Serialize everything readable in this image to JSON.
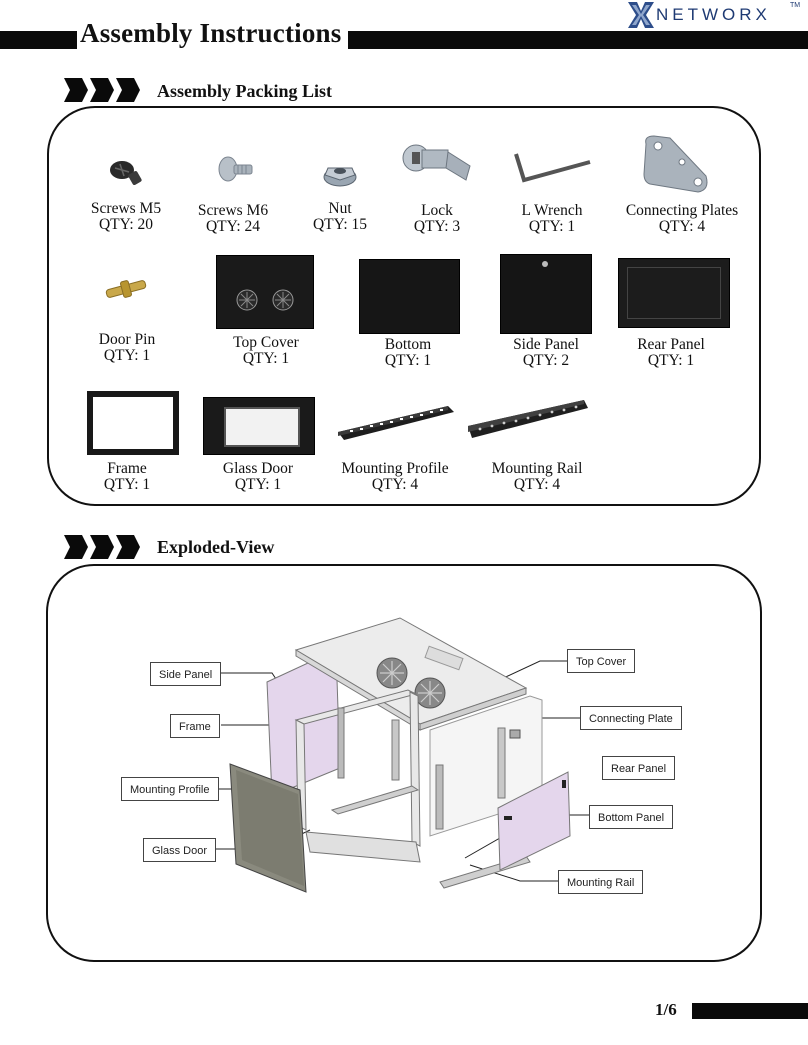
{
  "header": {
    "title": "Assembly Instructions",
    "logo_text": "NETWORX",
    "logo_tm": "TM"
  },
  "packing_list": {
    "title": "Assembly Packing List",
    "items": [
      {
        "name": "Screws M5",
        "qty": "QTY: 20"
      },
      {
        "name": "Screws M6",
        "qty": "QTY: 24"
      },
      {
        "name": "Nut",
        "qty": "QTY: 15"
      },
      {
        "name": "Lock",
        "qty": "QTY: 3"
      },
      {
        "name": "L Wrench",
        "qty": "QTY: 1"
      },
      {
        "name": "Connecting Plates",
        "qty": "QTY: 4"
      },
      {
        "name": "Door Pin",
        "qty": "QTY: 1"
      },
      {
        "name": "Top Cover",
        "qty": "QTY: 1"
      },
      {
        "name": "Bottom",
        "qty": "QTY: 1"
      },
      {
        "name": "Side Panel",
        "qty": "QTY: 2"
      },
      {
        "name": "Rear Panel",
        "qty": "QTY: 1"
      },
      {
        "name": "Frame",
        "qty": "QTY: 1"
      },
      {
        "name": "Glass Door",
        "qty": "QTY: 1"
      },
      {
        "name": "Mounting Profile",
        "qty": "QTY: 4"
      },
      {
        "name": "Mounting Rail",
        "qty": "QTY: 4"
      }
    ]
  },
  "exploded_view": {
    "title": "Exploded-View",
    "labels": {
      "side_panel": "Side Panel",
      "frame": "Frame",
      "mounting_profile": "Mounting Profile",
      "glass_door": "Glass Door",
      "top_cover": "Top Cover",
      "connecting_plate": "Connecting Plate",
      "rear_panel": "Rear Panel",
      "bottom_panel": "Bottom Panel",
      "mounting_rail": "Mounting Rail"
    }
  },
  "footer": {
    "page": "1/6"
  }
}
